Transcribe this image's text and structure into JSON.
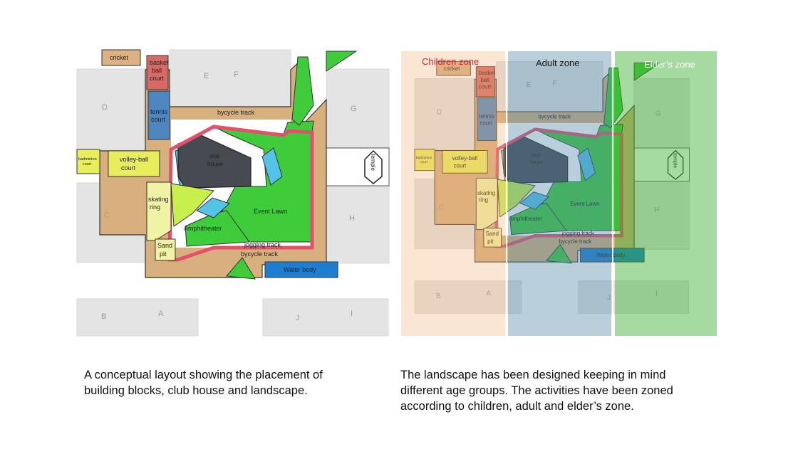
{
  "left_plan": {
    "labels": {
      "cricket": "cricket",
      "basketball": [
        "basket",
        "ball",
        "court"
      ],
      "tennis": [
        "tennis",
        "court"
      ],
      "bicycle_track": "bycycle track",
      "bicycle_track_bottom": "bycycle track",
      "jogging_track": "jogging track",
      "badminton": [
        "badminton",
        "court"
      ],
      "volleyball": [
        "volley-ball",
        "court"
      ],
      "club_house": [
        "club",
        "house"
      ],
      "skating": [
        "skating",
        "ring"
      ],
      "event_lawn": "Event Lawn",
      "amphitheater": "Amphitheater",
      "sand_pit": [
        "Sand",
        "pit"
      ],
      "water_body": "Water body",
      "temple": "temple"
    },
    "blocks": {
      "D": "D",
      "E": "E",
      "F": "F",
      "G": "G",
      "C": "C",
      "H": "H",
      "B": "B",
      "A": "A",
      "J": "J",
      "I": "I"
    }
  },
  "right_plan": {
    "zones": {
      "children": "Children zone",
      "adult": "Adult zone",
      "elder": "Elder’s zone"
    },
    "colors": {
      "children": "#d0232e",
      "adult": "#1a1a1a",
      "elder": "#ffffff"
    },
    "labels": {
      "cricket": "cricket",
      "basketball": [
        "basket",
        "ball",
        "court"
      ],
      "tennis": [
        "tennis",
        "court"
      ],
      "bicycle_track": "bycycle track",
      "bicycle_track_bottom": "bycycle track",
      "jogging_track": "jogging track",
      "badminton": [
        "badminton",
        "court"
      ],
      "volleyball": [
        "volley-ball",
        "court"
      ],
      "club_house": [
        "club",
        "house"
      ],
      "skating": [
        "skating",
        "ring"
      ],
      "event_lawn": "Event Lawn",
      "amphitheater": "Amphitheater",
      "sand_pit": [
        "Sand",
        "pit"
      ],
      "water_body": "Water body",
      "temple": "temple"
    },
    "blocks": {
      "D": "D",
      "E": "E",
      "F": "F",
      "G": "G",
      "C": "C",
      "H": "H",
      "B": "B",
      "A": "A",
      "J": "J",
      "I": "I"
    }
  },
  "captions": {
    "left": [
      "A conceptual layout showing the placement of",
      "building blocks, club house and landscape."
    ],
    "right": [
      "The landscape has been designed keeping in mind",
      "different age groups. The activities have been zoned",
      "according to children, adult and elder’s zone."
    ]
  }
}
